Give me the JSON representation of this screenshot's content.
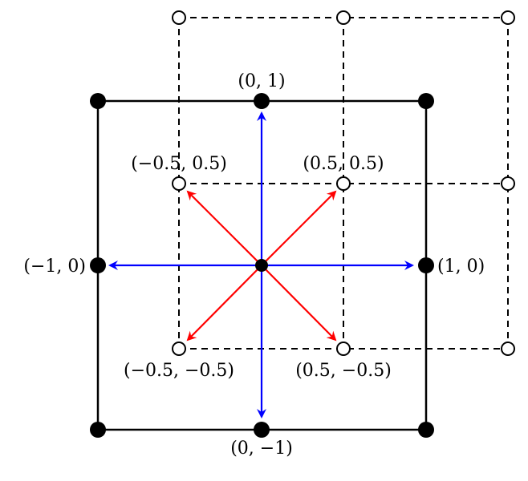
{
  "colors": {
    "solid_grid": "#000000",
    "dashed_grid": "#000000",
    "axis_arrows": "#0000ff",
    "diagonal_arrows": "#ff0000",
    "background": "#ffffff"
  },
  "labels": {
    "top": "(0, 1)",
    "bottom": "(0, −1)",
    "left": "(−1, 0)",
    "right": "(1, 0)",
    "upper_left": "(−0.5, 0.5)",
    "upper_right": "(0.5, 0.5)",
    "lower_left": "(−0.5, −0.5)",
    "lower_right": "(0.5, −0.5)"
  }
}
